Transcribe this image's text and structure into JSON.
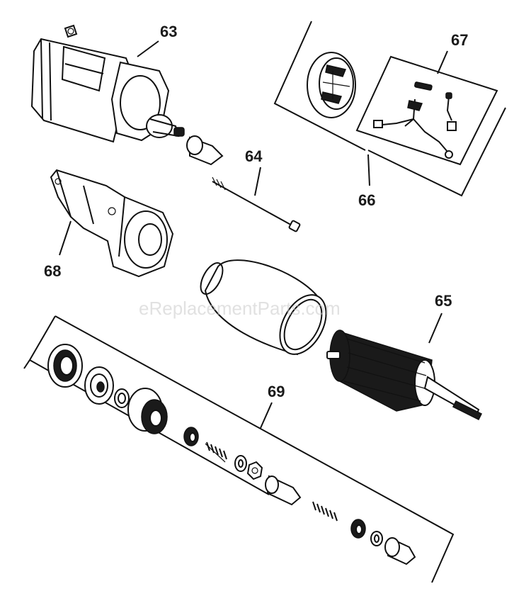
{
  "watermark": "eReplacementParts.com",
  "callouts": {
    "p63": "63",
    "p64": "64",
    "p65": "65",
    "p66": "66",
    "p67": "67",
    "p68": "68",
    "p69": "69"
  },
  "colors": {
    "ink": "#111111",
    "watermark": "#c8c8c8",
    "background": "#ffffff"
  }
}
